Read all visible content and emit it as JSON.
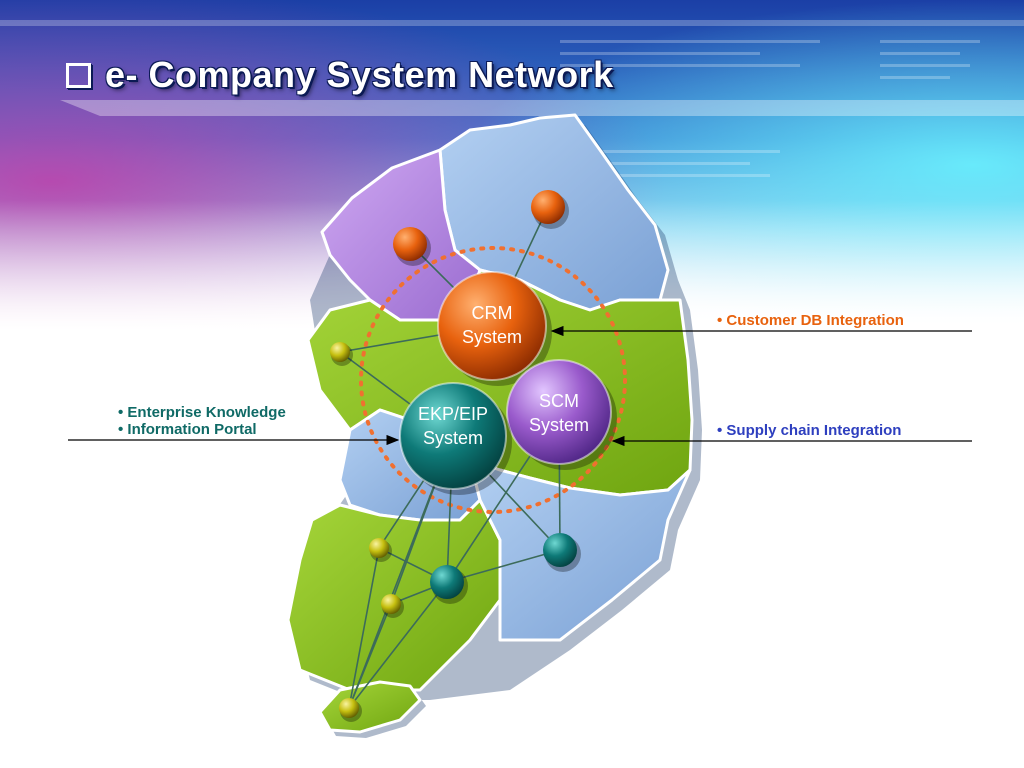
{
  "slide": {
    "title": "e- Company System Network"
  },
  "hubs": {
    "crm": {
      "line1": "CRM",
      "line2": "System",
      "color": "#e0540c"
    },
    "scm": {
      "line1": "SCM",
      "line2": "System",
      "color": "#9a5bcc"
    },
    "ekp": {
      "line1": "EKP/EIP",
      "line2": "System",
      "color": "#0e7a78"
    }
  },
  "annotations": {
    "crm": "• Customer DB Integration",
    "scm": "• Supply chain Integration",
    "ekp_line1": "• Enterprise Knowledge",
    "ekp_line2": "• Information Portal"
  },
  "colors": {
    "orange_node": "#e8620e",
    "yellow_node": "#c6c010",
    "teal_node": "#0e7a78",
    "map_green": "#8cc21a",
    "map_blue": "#8eb3e0",
    "map_purple": "#b88ae6",
    "ring": "#f07030"
  }
}
